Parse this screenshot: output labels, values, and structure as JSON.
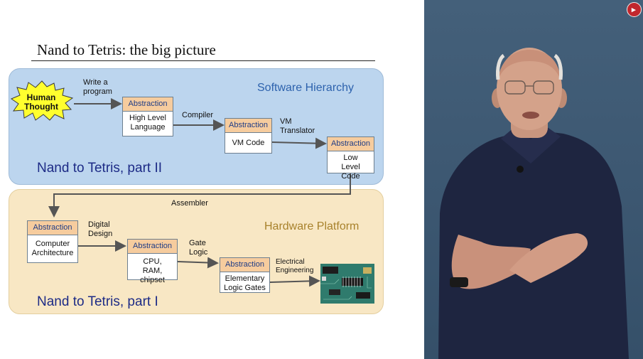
{
  "slide": {
    "title": "Nand to Tetris: the big picture",
    "software_title": "Software Hierarchy",
    "hardware_title": "Hardware Platform",
    "part2": "Nand to Tetris, part II",
    "part1": "Nand to Tetris, part I",
    "human": "Human Thought",
    "header": "Abstraction",
    "boxes": {
      "hll": "High Level Language",
      "vm": "VM Code",
      "low": "Low Level Code",
      "comp": "Computer Architecture",
      "cpu": "CPU, RAM, chipset",
      "gates": "Elementary Logic Gates"
    },
    "edges": {
      "write": "Write a program",
      "compiler": "Compiler",
      "vm_translator": "VM Translator",
      "assembler": "Assembler",
      "digital": "Digital Design",
      "gate_logic": "Gate Logic",
      "electrical": "Electrical Engineering"
    }
  },
  "colors": {
    "software_bg": "#bcd5ee",
    "hardware_bg": "#f8e7c4",
    "header_bg": "#f6cc9e",
    "burst": "#ffff2e"
  },
  "icons": [
    "chip-circuit-image",
    "channel-logo-icon"
  ]
}
